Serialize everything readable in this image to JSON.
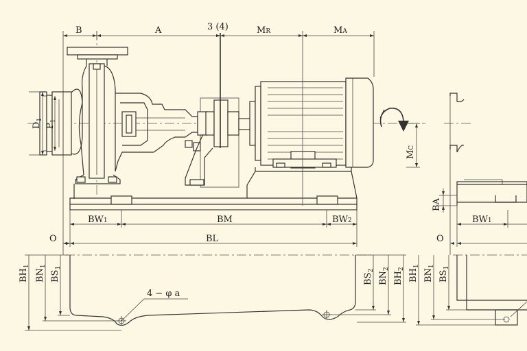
{
  "labels": {
    "B": "B",
    "A": "A",
    "coupling": "3 (4)",
    "MR": "M",
    "MR_sub": "R",
    "MA": "M",
    "MA_sub": "A",
    "D1": "D",
    "D1_sub": "1",
    "P1": "P",
    "P1_sub": "1",
    "MC": "M",
    "MC_sub": "C",
    "BW1": "BW",
    "BW1_sub": "1",
    "BM": "BM",
    "BW2": "BW",
    "BW2_sub": "2",
    "O": "O",
    "BL": "BL",
    "BA": "BA",
    "BH1": "BH",
    "BH1_sub": "1",
    "BN1": "BN",
    "BN1_sub": "1",
    "BS1": "BS",
    "BS1_sub": "1",
    "BS2": "BS",
    "BS2_sub": "2",
    "BN2": "BN",
    "BN2_sub": "2",
    "BH2": "BH",
    "BH2_sub": "2",
    "holes": "4 − φ a",
    "R_BW1": "BW",
    "R_BW1_sub": "1",
    "R_O": "O",
    "R_BH1": "BH",
    "R_BH1_sub": "1",
    "R_BN1": "BN",
    "R_BN1_sub": "1",
    "R_BS1": "BS",
    "R_BS1_sub": "1"
  },
  "colors": {
    "background": "#fdf8e4",
    "ink": "#333333"
  }
}
